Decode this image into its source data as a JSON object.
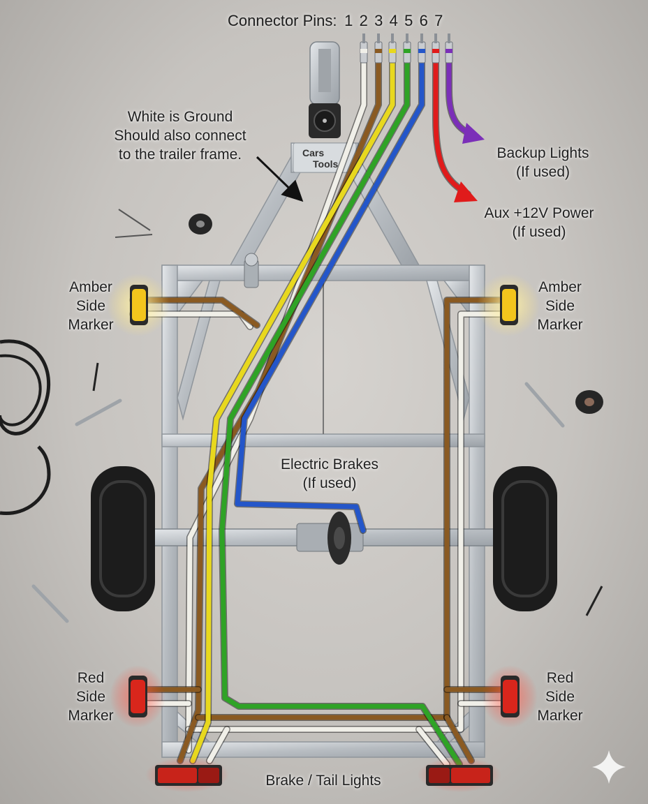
{
  "header": {
    "connector_pins_label": "Connector Pins:",
    "pins": [
      "1",
      "2",
      "3",
      "4",
      "5",
      "6",
      "7"
    ]
  },
  "pin_colors": {
    "1": "#f0efe8",
    "2": "#8a5a22",
    "3": "#e8d81e",
    "4": "#2fa326",
    "5": "#2456c9",
    "6": "#e01b1b",
    "7": "#7b2fb8"
  },
  "logo": {
    "line1": "Cars",
    "line2": "Tools"
  },
  "labels": {
    "ground_note": "White is Ground\nShould also connect\nto the trailer frame.",
    "backup_lights": "Backup Lights\n(If used)",
    "aux_power": "Aux +12V Power\n(If used)",
    "amber_left": "Amber\nSide\nMarker",
    "amber_right": "Amber\nSide\nMarker",
    "electric_brakes": "Electric Brakes\n(If used)",
    "red_left": "Red\nSide\nMarker",
    "red_right": "Red\nSide\nMarker",
    "brake_tail": "Brake / Tail Lights"
  },
  "colors": {
    "frame": "#bfc4c8",
    "amber_light": "#f3c51d",
    "red_light": "#d9261c",
    "tire": "#1c1c1c"
  }
}
